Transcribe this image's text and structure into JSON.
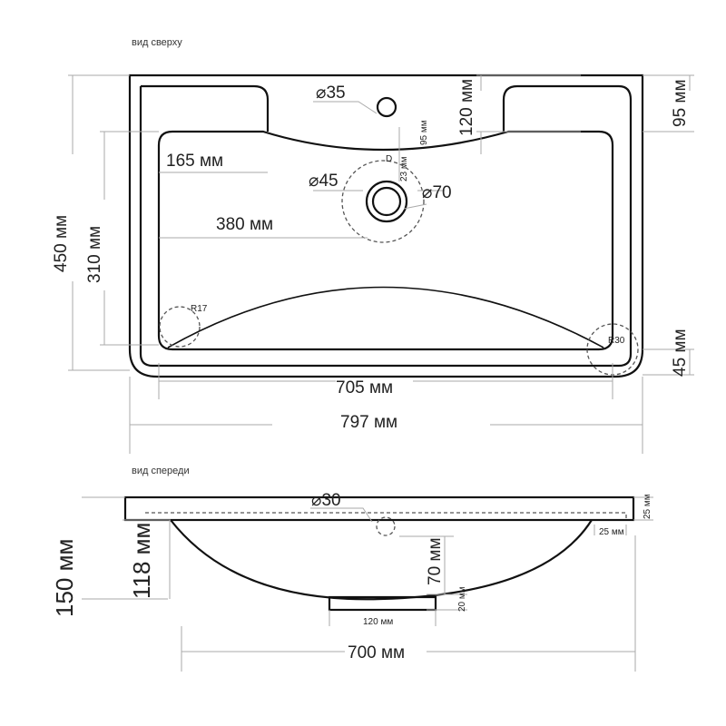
{
  "top_view": {
    "caption": "вид сверху",
    "labels": {
      "d35": "⌀35",
      "d45": "⌀45",
      "d70": "⌀70",
      "w165": "165 мм",
      "w380": "380 мм",
      "h120": "120 мм",
      "h95_small": "95 мм",
      "h23": "23 мм",
      "h95": "95 мм",
      "h450": "450 мм",
      "h310": "310 мм",
      "h45": "45 мм",
      "r17": "R17",
      "r30": "R30",
      "w705": "705 мм",
      "w797": "797 мм",
      "d_mark": "D"
    }
  },
  "front_view": {
    "caption": "вид спереди",
    "labels": {
      "d30": "⌀30",
      "h150": "150 мм",
      "h118": "118 мм",
      "h70": "70 мм",
      "h25_right": "25 мм",
      "w25": "25 мм",
      "h20": "20 мм",
      "w120": "120 мм",
      "w700": "700 мм"
    }
  }
}
